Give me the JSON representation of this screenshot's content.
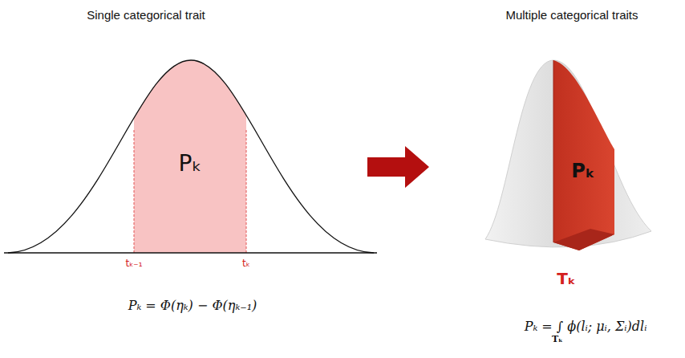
{
  "diagram": {
    "labels": [
      "Single categorical trait",
      "Multiple categorical traits",
      "Pₖ",
      "tₖ₋₁",
      "tₖ",
      "Pₖ = Φ(ηₖ) − Φ(ηₖ₋₁)",
      "Pₖ",
      "Tₖ",
      "Pₖ = ∫ ϕ(lᵢ; μᵢ, Σᵢ)dlᵢ",
      "Tₖ"
    ]
  }
}
